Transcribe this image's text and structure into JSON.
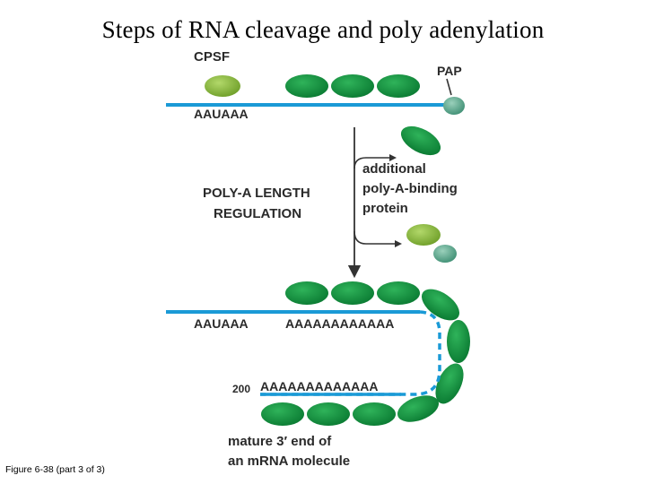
{
  "title": "Steps of RNA cleavage and poly adenylation",
  "caption": "Figure 6-38 (part 3 of 3)",
  "labels": {
    "cpsf": "CPSF",
    "pap": "PAP",
    "signal_top": "AAUAAA",
    "additional_1": "additional",
    "additional_2": "poly-A-binding",
    "additional_3": "protein",
    "regulation_1": "POLY-A LENGTH",
    "regulation_2": "REGULATION",
    "signal_bottom": "AAUAAA",
    "poly_a_top": "AAAAAAAAAAAA",
    "length_200": "200",
    "poly_a_bottom": "AAAAAAAAAAAAA",
    "mature_1": "mature 3′ end of",
    "mature_2": "an mRNA molecule"
  },
  "colors": {
    "rna_line": "#1a9ad6",
    "binding_protein": "#0d8a3a",
    "cpsf": "#8cbd3c",
    "pap": "#5fae94",
    "arrow": "#333333"
  }
}
